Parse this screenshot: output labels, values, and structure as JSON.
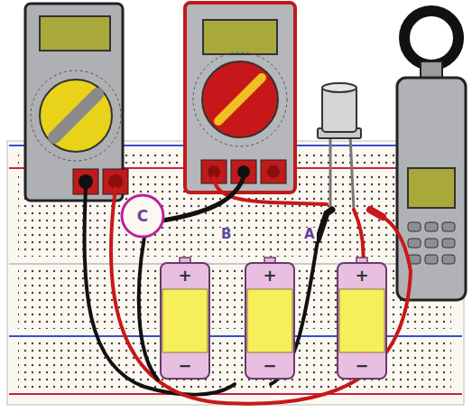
{
  "diagram": {
    "nodes": [
      {
        "text": [
          "C"
        ]
      },
      {
        "text": [
          "+",
          "−"
        ]
      },
      {
        "text": [
          "+",
          "−"
        ]
      },
      {
        "text": [
          "+",
          "−"
        ]
      }
    ],
    "labels": [
      "B",
      "A"
    ]
  }
}
